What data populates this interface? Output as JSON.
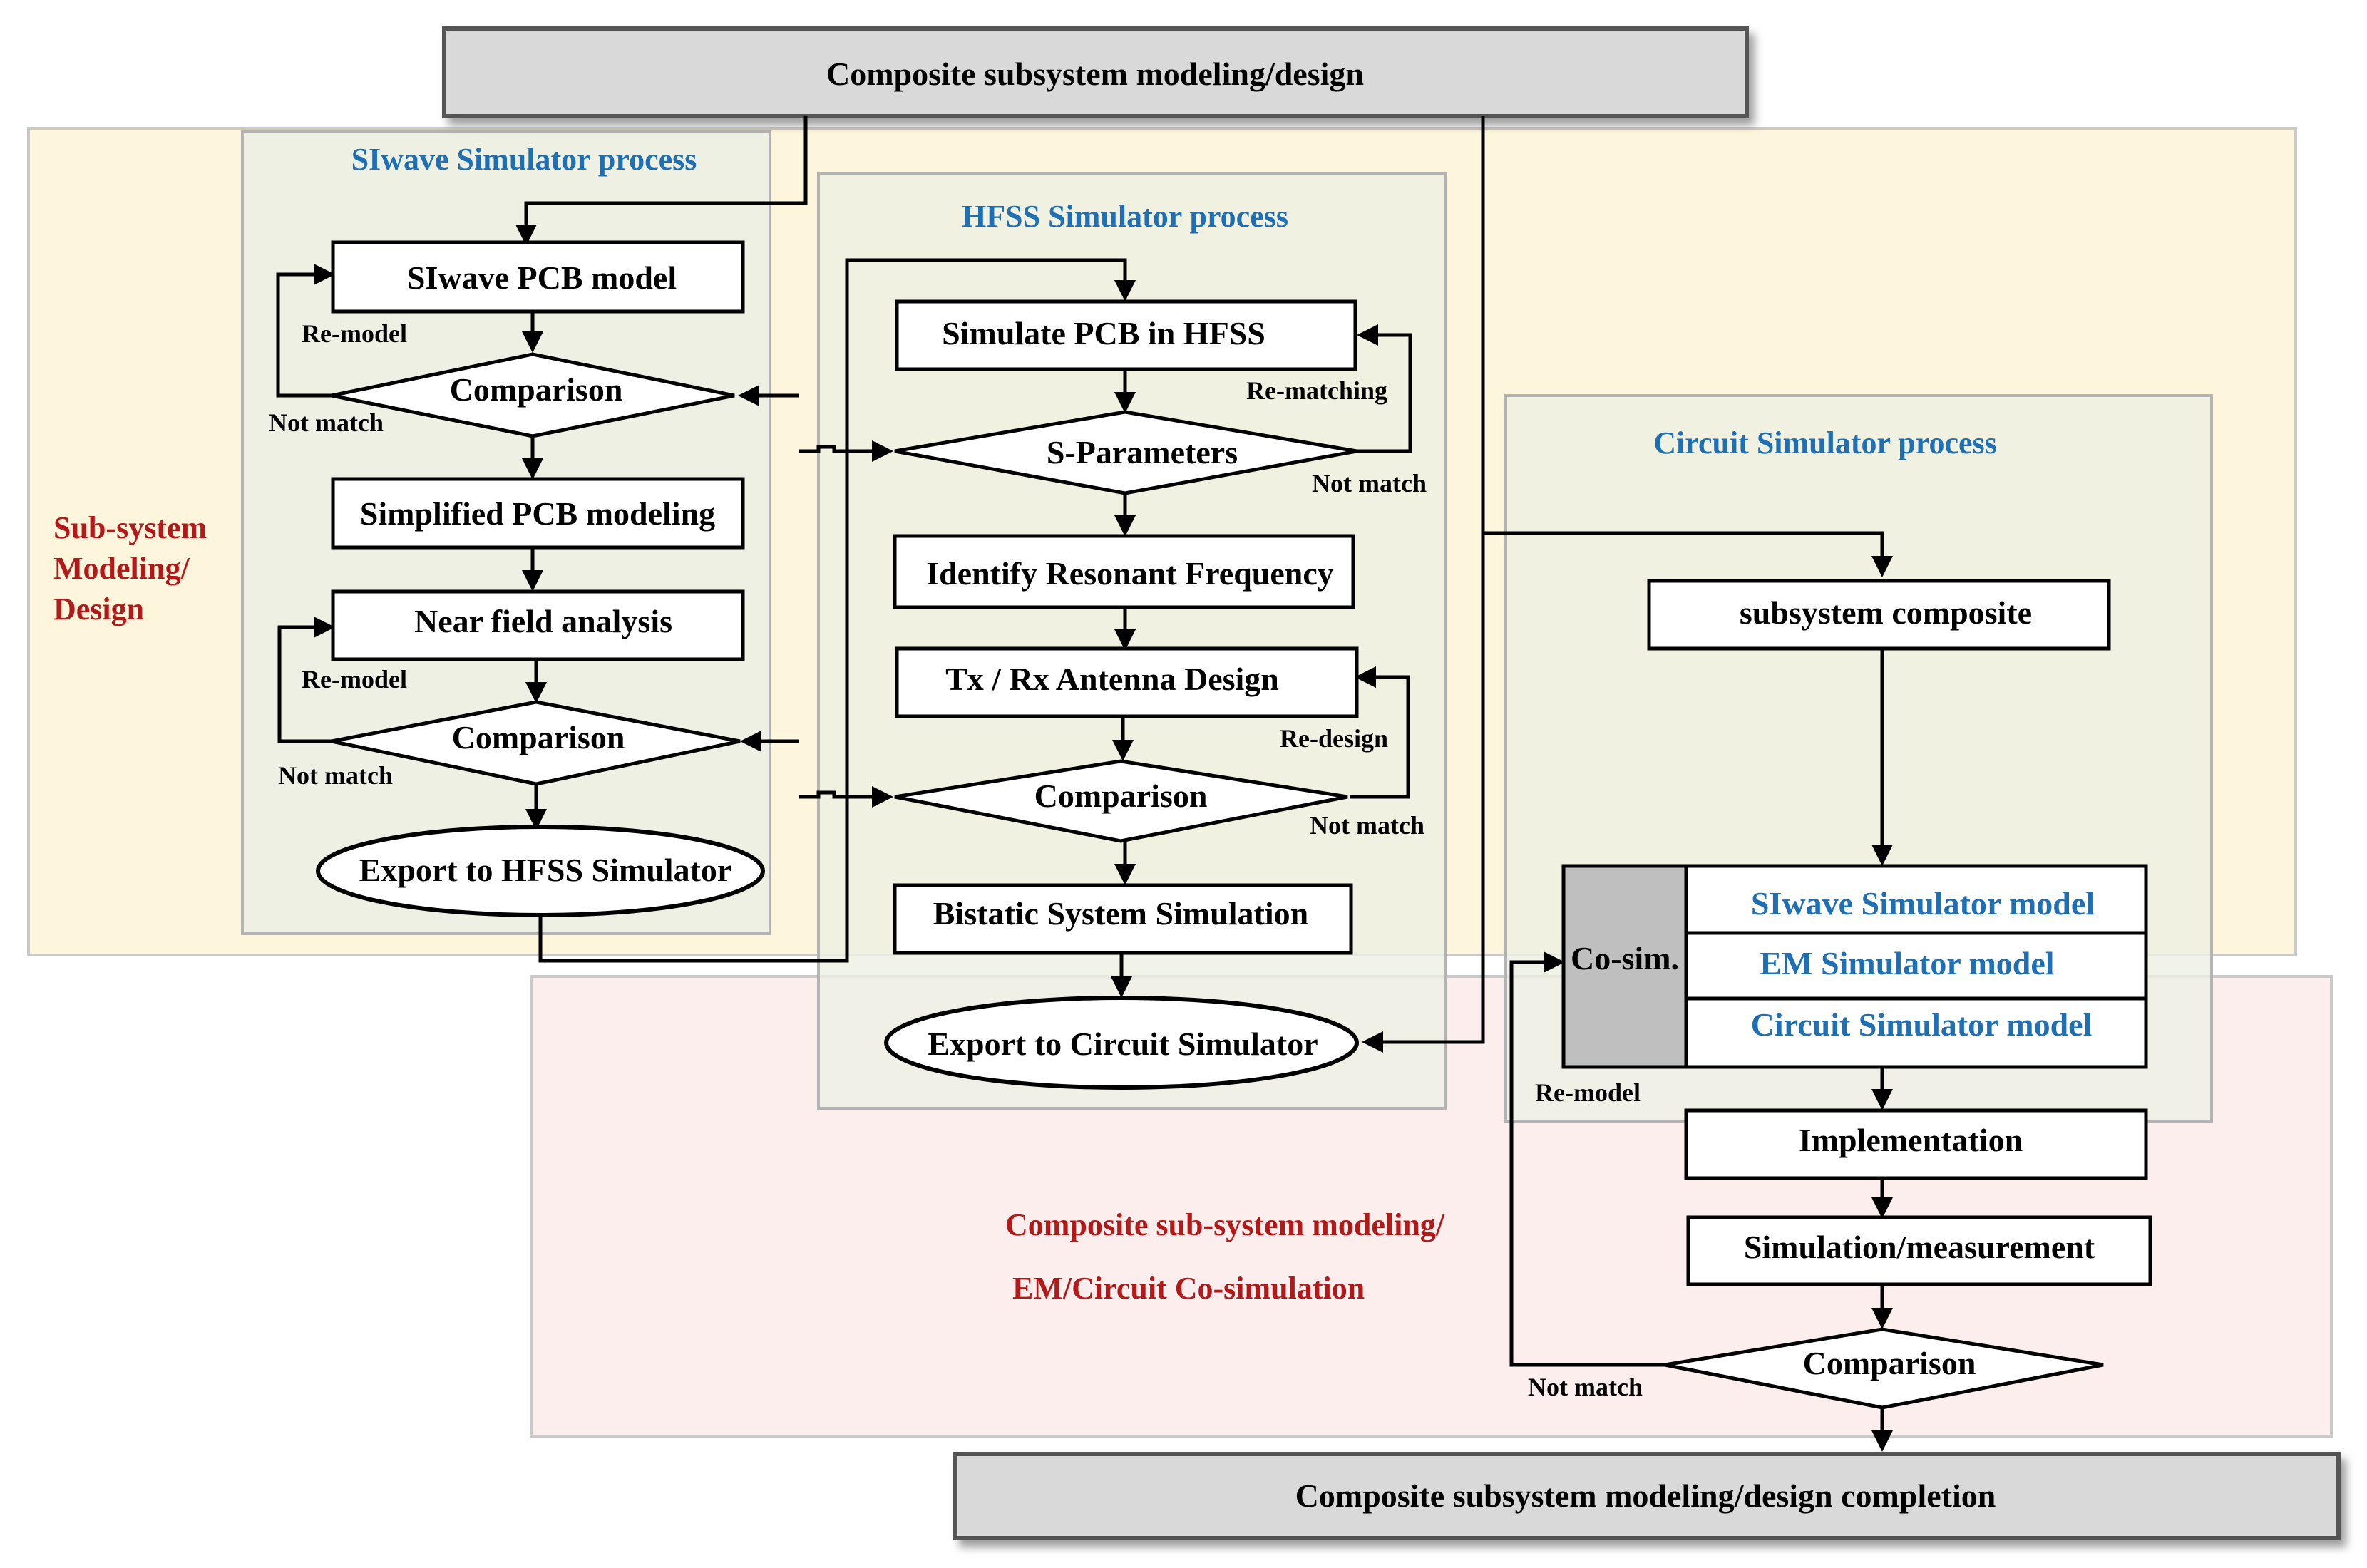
{
  "banners": {
    "top": "Composite subsystem modeling/design",
    "bottom": "Composite subsystem modeling/design completion"
  },
  "regions": {
    "subsystem": [
      "Sub-system",
      "Modeling/",
      "Design"
    ],
    "siwave": "SIwave Simulator process",
    "hfss": "HFSS Simulator process",
    "circuit": "Circuit Simulator process",
    "composite": [
      "Composite sub-system modeling/",
      "EM/Circuit Co-simulation"
    ]
  },
  "siwave": {
    "pcb_model": "SIwave PCB model",
    "comparison1": "Comparison",
    "simplified": "Simplified PCB modeling",
    "near_field": "Near field analysis",
    "comparison2": "Comparison",
    "export": "Export to HFSS Simulator",
    "remodel1": "Re-model",
    "notmatch1": "Not match",
    "remodel2": "Re-model",
    "notmatch2": "Not match"
  },
  "hfss": {
    "simulate": "Simulate PCB in HFSS",
    "sparams": "S-Parameters",
    "identify": "Identify Resonant Frequency",
    "antenna": "Tx / Rx Antenna Design",
    "comparison": "Comparison",
    "bistatic": "Bistatic System Simulation",
    "export": "Export to Circuit Simulator",
    "rematching": "Re-matching",
    "notmatch1": "Not match",
    "redesign": "Re-design",
    "notmatch2": "Not match"
  },
  "circuit": {
    "composite": "subsystem composite",
    "cosim": "Co-sim.",
    "siwave_model": "SIwave Simulator model",
    "em_model": "EM Simulator model",
    "circuit_model": "Circuit Simulator model",
    "implementation": "Implementation",
    "simulation": "Simulation/measurement",
    "comparison": "Comparison",
    "remodel": "Re-model",
    "notmatch": "Not match"
  }
}
